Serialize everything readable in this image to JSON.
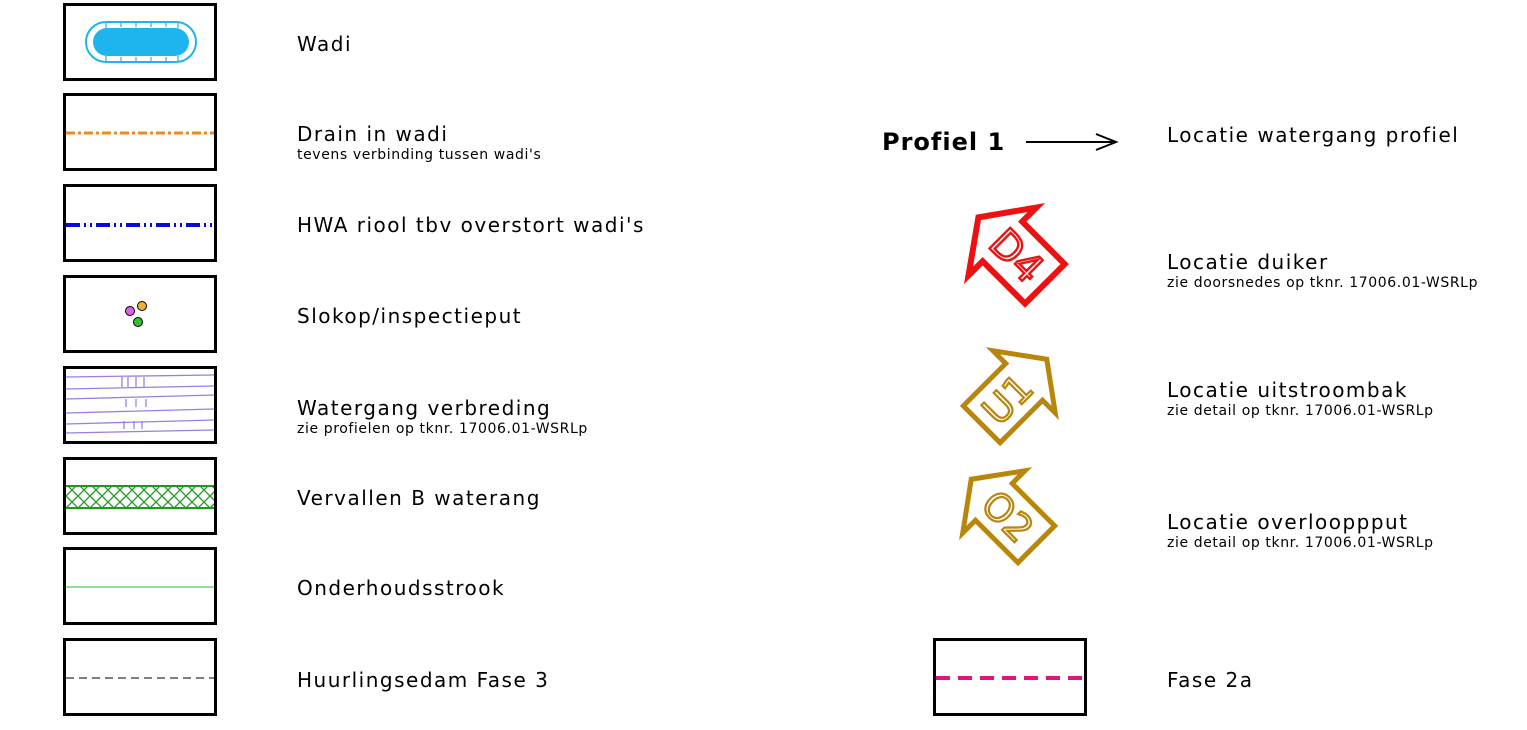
{
  "legend_left": [
    {
      "title": "Wadi",
      "subtitle": ""
    },
    {
      "title": "Drain in wadi",
      "subtitle": "tevens verbinding tussen wadi's"
    },
    {
      "title": "HWA riool tbv overstort wadi's",
      "subtitle": ""
    },
    {
      "title": "Slokop/inspectieput",
      "subtitle": ""
    },
    {
      "title": "Watergang verbreding",
      "subtitle": "zie profielen op tknr. 17006.01-WSRLp"
    },
    {
      "title": "Vervallen B waterang",
      "subtitle": ""
    },
    {
      "title": "Onderhoudsstrook",
      "subtitle": ""
    },
    {
      "title": "Huurlingsedam Fase 3",
      "subtitle": ""
    }
  ],
  "legend_right": [
    {
      "title": "Locatie watergang profiel",
      "subtitle": ""
    },
    {
      "title": "Locatie duiker",
      "subtitle": "zie doorsnedes op tknr. 17006.01-WSRLp"
    },
    {
      "title": "Locatie uitstroombak",
      "subtitle": "zie detail op tknr. 17006.01-WSRLp"
    },
    {
      "title": "Locatie overlooppput",
      "subtitle": "zie detail op tknr. 17006.01-WSRLp"
    },
    {
      "title": "Fase 2a",
      "subtitle": ""
    }
  ],
  "markers": {
    "profiel_label": "Profiel 1",
    "duiker_code": "D4",
    "uitstroom_code": "U1",
    "overloop_code": "O2"
  },
  "colors": {
    "wadi_fill": "#1eb4ee",
    "drain": "#f08a1c",
    "hwa": "#0a0ad8",
    "watergang": "#9a7fe0",
    "vervallen": "#1c9a1c",
    "onderhoud": "#6fd46f",
    "duiker": "#ee1111",
    "uitstroom": "#b8860b",
    "fase2a": "#e0147a"
  }
}
